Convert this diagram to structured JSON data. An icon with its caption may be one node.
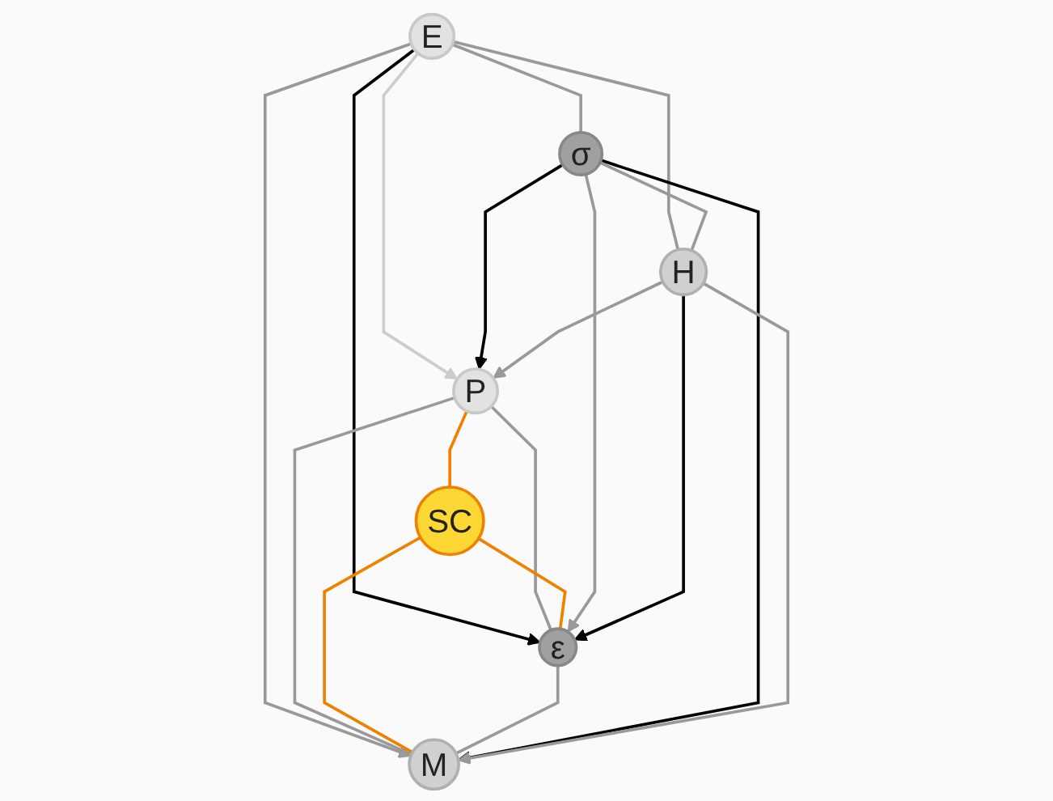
{
  "diagram": {
    "nodes": [
      {
        "text": [
          "E"
        ]
      },
      {
        "text": [
          "P"
        ]
      },
      {
        "text": [
          "SC"
        ]
      },
      {
        "text": [
          "ε"
        ]
      },
      {
        "text": [
          "M"
        ]
      },
      {
        "text": [
          "σ"
        ]
      },
      {
        "text": [
          "H"
        ]
      }
    ],
    "edges": [
      {
        "from": 0,
        "to": 1,
        "arrow": "to",
        "color": "#cccccc"
      },
      {
        "from": 0,
        "to": 5,
        "arrow": "none"
      },
      {
        "from": 0,
        "to": 3,
        "arrow": "to",
        "color": "#000000"
      },
      {
        "from": 0,
        "to": 4,
        "arrow": "to"
      },
      {
        "from": 0,
        "to": 6,
        "arrow": "none"
      },
      {
        "from": 1,
        "to": 3,
        "arrow": "none"
      },
      {
        "from": 1,
        "to": 4,
        "arrow": "none"
      },
      {
        "from": 1,
        "to": 2,
        "arrow": "none",
        "color": "#f08000"
      },
      {
        "from": 2,
        "to": 3,
        "arrow": "none",
        "color": "#f08000"
      },
      {
        "from": 2,
        "to": 4,
        "arrow": "none",
        "color": "#f08000"
      },
      {
        "from": 3,
        "to": 4,
        "arrow": "none"
      },
      {
        "from": 5,
        "to": 3,
        "arrow": "to"
      },
      {
        "from": 5,
        "to": 1,
        "arrow": "to",
        "color": "#000000"
      },
      {
        "from": 5,
        "to": 4,
        "arrow": "to",
        "color": "#000000"
      },
      {
        "from": 6,
        "to": 3,
        "arrow": "to",
        "color": "#000000"
      },
      {
        "from": 6,
        "to": 4,
        "arrow": "to"
      },
      {
        "from": 6,
        "to": 1,
        "arrow": "to"
      },
      {
        "from": 5,
        "to": 6,
        "arrow": "none"
      }
    ]
  }
}
